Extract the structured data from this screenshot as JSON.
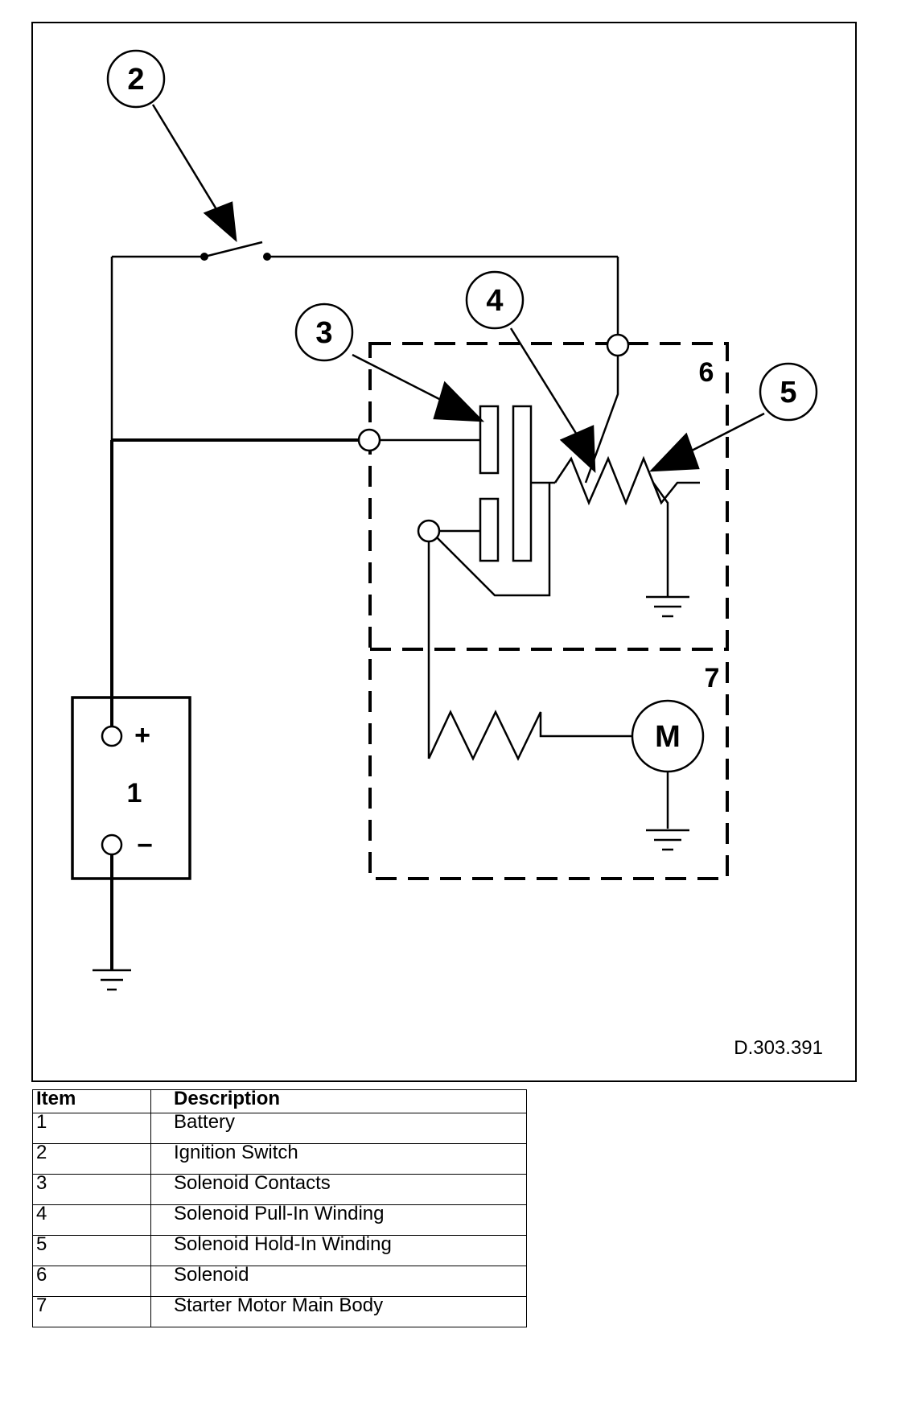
{
  "callouts": {
    "c1": "1",
    "c2": "2",
    "c3": "3",
    "c4": "4",
    "c5": "5",
    "c6": "6",
    "c7": "7"
  },
  "battery": {
    "plus": "+",
    "minus": "−"
  },
  "motor_label": "M",
  "reference": "D.303.391",
  "table": {
    "headers": [
      "Item",
      "Description"
    ],
    "rows": [
      {
        "item": "1",
        "description": "Battery"
      },
      {
        "item": "2",
        "description": "Ignition Switch"
      },
      {
        "item": "3",
        "description": "Solenoid Contacts"
      },
      {
        "item": "4",
        "description": "Solenoid Pull-In Winding"
      },
      {
        "item": "5",
        "description": "Solenoid Hold-In Winding"
      },
      {
        "item": "6",
        "description": "Solenoid"
      },
      {
        "item": "7",
        "description": "Starter Motor Main Body"
      }
    ]
  }
}
